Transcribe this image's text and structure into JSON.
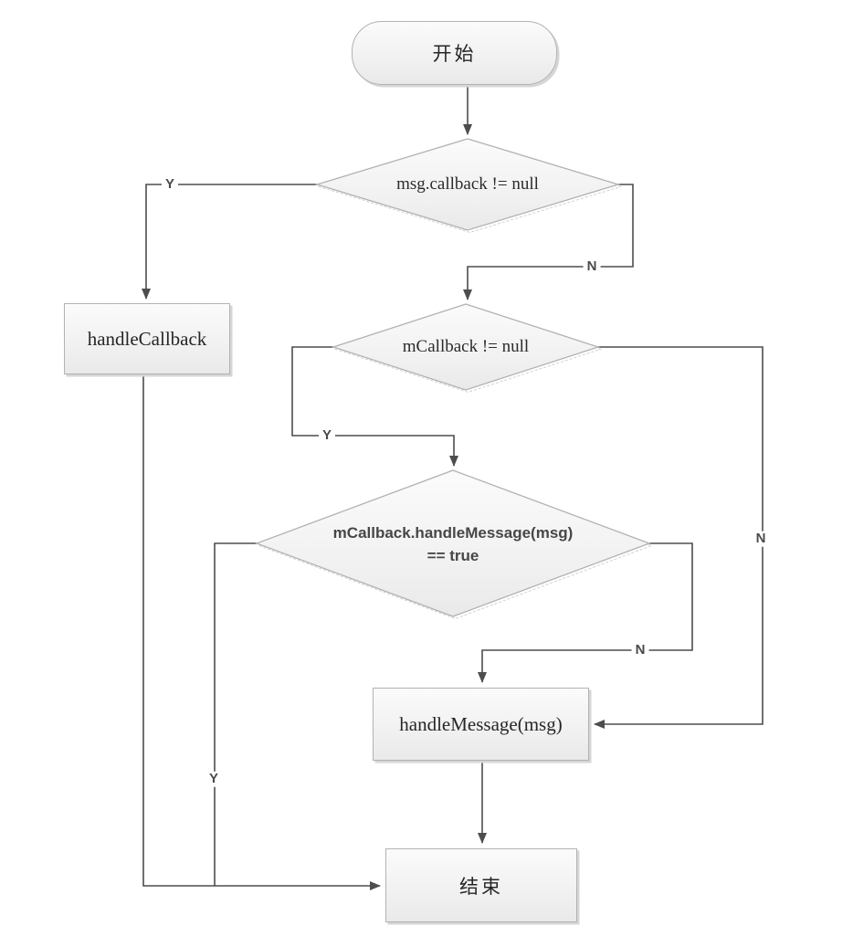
{
  "flowchart": {
    "description": "Handler message dispatch flowchart",
    "nodes": [
      {
        "id": "start",
        "type": "terminator",
        "label": "开始"
      },
      {
        "id": "d1",
        "type": "decision",
        "label": "msg.callback != null"
      },
      {
        "id": "handle_callback",
        "type": "process",
        "label": "handleCallback"
      },
      {
        "id": "d2",
        "type": "decision",
        "label": "mCallback != null"
      },
      {
        "id": "d3",
        "type": "decision",
        "label": "mCallback.handleMessage(msg)",
        "label2": "== true"
      },
      {
        "id": "handle_message",
        "type": "process",
        "label": "handleMessage(msg)"
      },
      {
        "id": "end",
        "type": "terminator",
        "label": "结束"
      }
    ],
    "edges": [
      {
        "from": "start",
        "to": "d1",
        "label": ""
      },
      {
        "from": "d1",
        "to": "handle_callback",
        "label": "Y"
      },
      {
        "from": "d1",
        "to": "d2",
        "label": "N"
      },
      {
        "from": "d2",
        "to": "d3",
        "label": "Y"
      },
      {
        "from": "d2",
        "to": "handle_message",
        "label": "N"
      },
      {
        "from": "d3",
        "to": "handle_message",
        "label": "N"
      },
      {
        "from": "d3",
        "to": "end",
        "label": "Y"
      },
      {
        "from": "handle_callback",
        "to": "end",
        "label": ""
      },
      {
        "from": "handle_message",
        "to": "end",
        "label": ""
      }
    ],
    "colors": {
      "line": "#4d4d4d",
      "shape_border": "#b2b2b2",
      "shape_fill_top": "#fbfbfb",
      "shape_fill_bottom": "#e9e9e9",
      "text": "#262626",
      "edge_label_text": "#4a4a4a"
    }
  }
}
